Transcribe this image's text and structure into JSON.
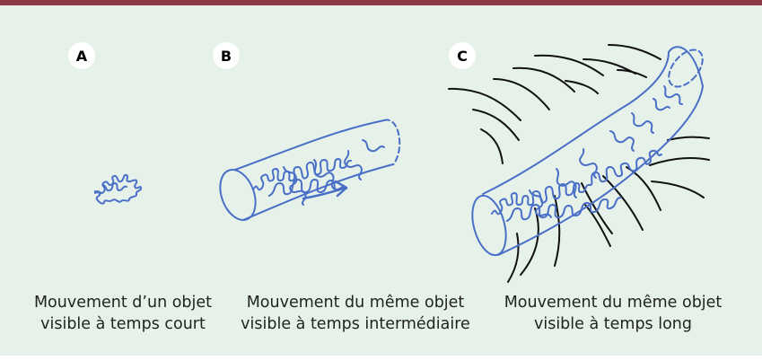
{
  "panels": [
    {
      "letter": "A",
      "caption_line1": "Mouvement d’un objet",
      "caption_line2": "visible à temps court"
    },
    {
      "letter": "B",
      "caption_line1": "Mouvement du même objet",
      "caption_line2": "visible à temps intermédiaire"
    },
    {
      "letter": "C",
      "caption_line1": "Mouvement du même objet",
      "caption_line2": "visible à temps long"
    }
  ],
  "colors": {
    "background": "#e6f2e9",
    "top_rule": "#8b3a46",
    "tube_stroke": "#4a6fc7",
    "path_stroke": "#4a6fc7",
    "flow_lines": "#000000"
  }
}
